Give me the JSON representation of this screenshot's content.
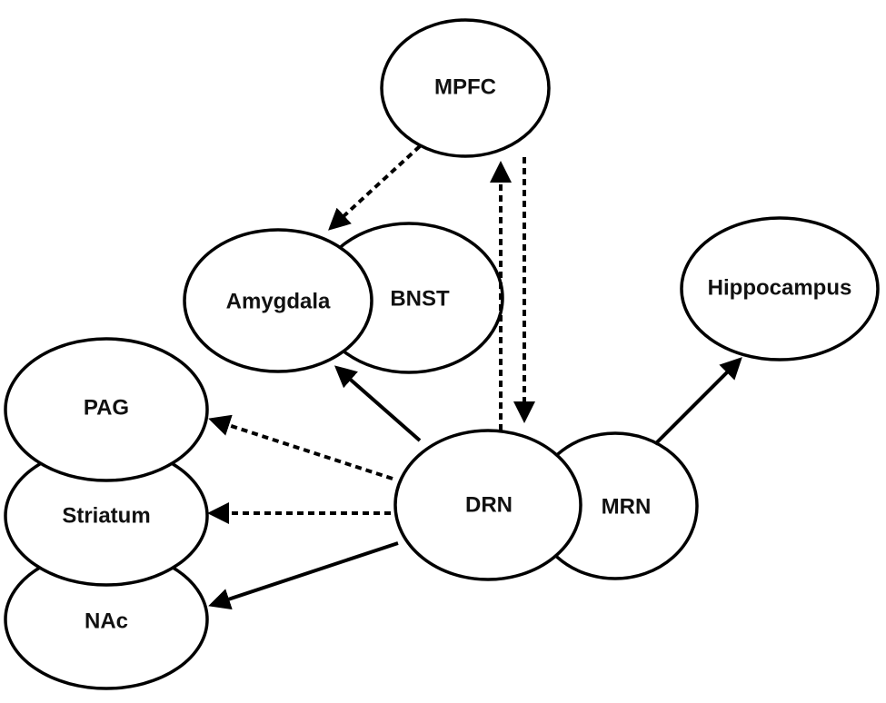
{
  "nodes": {
    "mpfc": "MPFC",
    "amygdala": "Amygdala",
    "bnst": "BNST",
    "hippocampus": "Hippocampus",
    "pag": "PAG",
    "striatum": "Striatum",
    "nac": "NAc",
    "drn": "DRN",
    "mrn": "MRN"
  },
  "edges": [
    {
      "from": "MPFC",
      "to": "Amygdala",
      "style": "dashed"
    },
    {
      "from": "DRN",
      "to": "MPFC",
      "style": "dashed"
    },
    {
      "from": "MPFC",
      "to": "DRN",
      "style": "dashed"
    },
    {
      "from": "DRN",
      "to": "Amygdala",
      "style": "solid"
    },
    {
      "from": "DRN",
      "to": "PAG",
      "style": "dashed"
    },
    {
      "from": "DRN",
      "to": "Striatum",
      "style": "dashed"
    },
    {
      "from": "DRN",
      "to": "NAc",
      "style": "solid"
    },
    {
      "from": "MRN",
      "to": "Hippocampus",
      "style": "solid"
    }
  ]
}
